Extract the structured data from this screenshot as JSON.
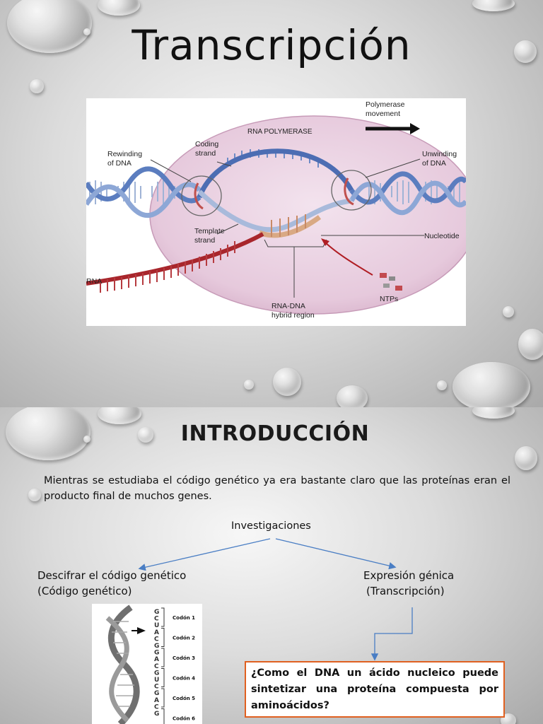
{
  "slide1": {
    "title": "Transcripción",
    "figure": {
      "polymerase_movement": [
        "Polymerase",
        "movement"
      ],
      "rna_polymerase": "RNA POLYMERASE",
      "coding_strand": [
        "Coding",
        "strand"
      ],
      "rewinding": [
        "Rewinding",
        "of DNA"
      ],
      "unwinding": [
        "Unwinding",
        "of DNA"
      ],
      "template_strand": [
        "Template",
        "strand"
      ],
      "nucleotide": "Nucleotide",
      "rna": "RNA",
      "ntps": "NTPs",
      "hybrid": [
        "RNA-DNA",
        "hybrid region"
      ]
    }
  },
  "slide2": {
    "title": "INTRODUCCIÓN",
    "intro": "Mientras se estudiaba el código genético ya era bastante claro que las proteínas eran el producto final de muchos genes.",
    "root": "Investigaciones",
    "left_branch": {
      "line1": "Descifrar el código genético",
      "line2": "(Código genético)"
    },
    "right_branch": {
      "line1": "Expresión génica",
      "line2": "(Transcripción)"
    },
    "question": "¿Como el DNA un ácido nucleico puede sintetizar una proteína compuesta por aminoácidos?",
    "codon_figure": {
      "bases": [
        "G",
        "C",
        "U",
        "A",
        "C",
        "G",
        "G",
        "A",
        "C",
        "G",
        "U",
        "C",
        "G",
        "A",
        "C",
        "G"
      ],
      "codons": [
        "Codón 1",
        "Codón 2",
        "Codón 3",
        "Codón 4",
        "Codón 5",
        "Codón 6"
      ]
    }
  }
}
